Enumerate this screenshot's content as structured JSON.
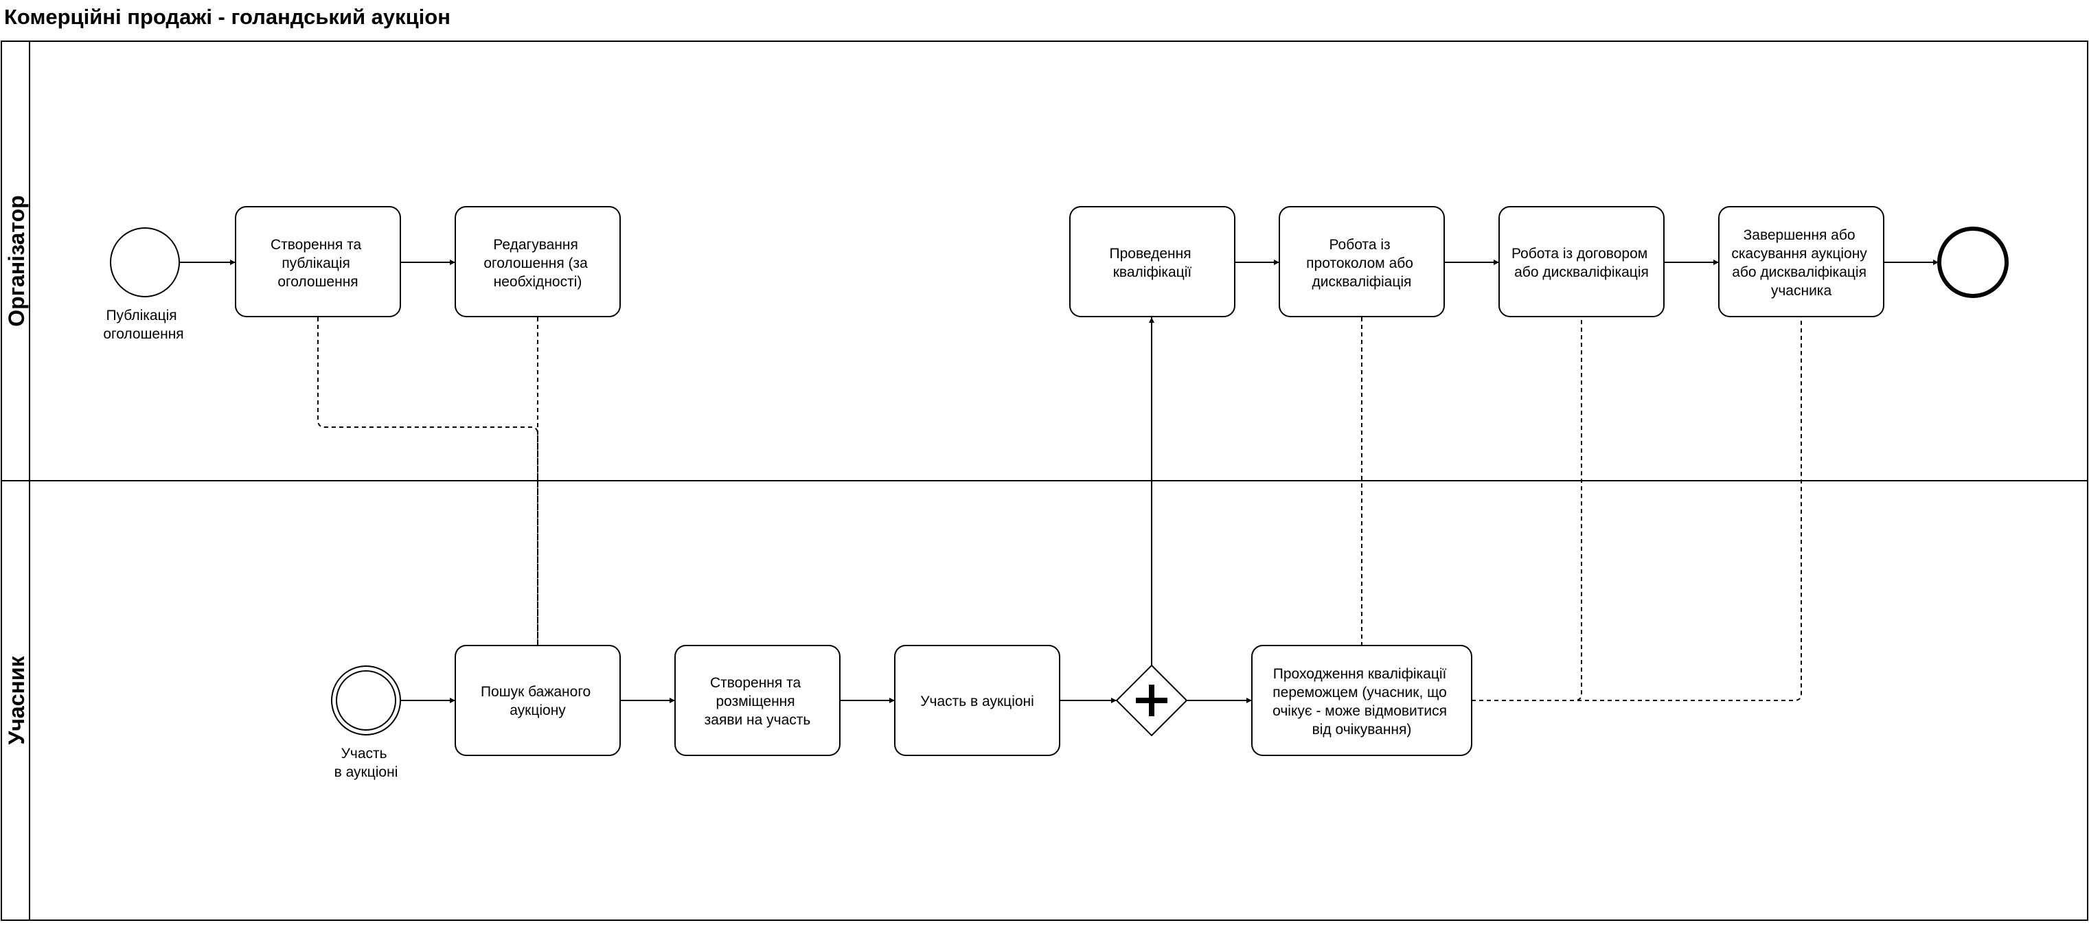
{
  "diagram": {
    "title": "Комерційні продажі - голандський аукціон",
    "lanes": {
      "organizer": "Організатор",
      "participant": "Учасник"
    },
    "events": {
      "start_org": [
        "Публікація",
        "оголошення"
      ],
      "start_participant": [
        "Участь",
        "в аукціоні"
      ]
    },
    "tasks": {
      "create_publish": [
        "Створення та",
        "публікація",
        "оголошення"
      ],
      "edit": [
        "Редагування",
        "оголошення (за",
        "необхідності)"
      ],
      "qualification": [
        "Проведення",
        "кваліфікації"
      ],
      "protocol": [
        "Робота із",
        "протоколом або",
        "дискваліфіація"
      ],
      "contract": [
        "Робота із договором",
        "або дискваліфікація"
      ],
      "finish": [
        "Завершення або",
        "скасування аукціону",
        "або дискваліфікація",
        "учасника"
      ],
      "search": [
        "Пошук бажаного",
        "аукціону"
      ],
      "application": [
        "Створення та",
        "розміщення",
        "заяви на участь"
      ],
      "participate": [
        "Участь в аукціоні"
      ],
      "pass_qualification": [
        "Проходження кваліфікації",
        "переможцем (учасник, що",
        "очікує - може відмовитися",
        "від очікування)"
      ]
    },
    "colors": {
      "stroke": "#000000",
      "fill": "#ffffff"
    }
  }
}
